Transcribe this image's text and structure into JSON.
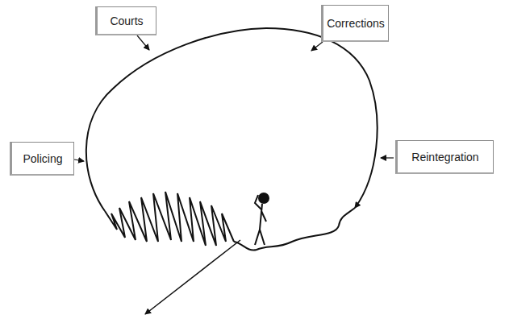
{
  "diagram": {
    "nodes": [
      {
        "text": [
          "Courts"
        ]
      },
      {
        "text": [
          "Corrections"
        ]
      },
      {
        "text": [
          "Policing"
        ]
      },
      {
        "text": [
          "Reintegration"
        ]
      }
    ]
  }
}
